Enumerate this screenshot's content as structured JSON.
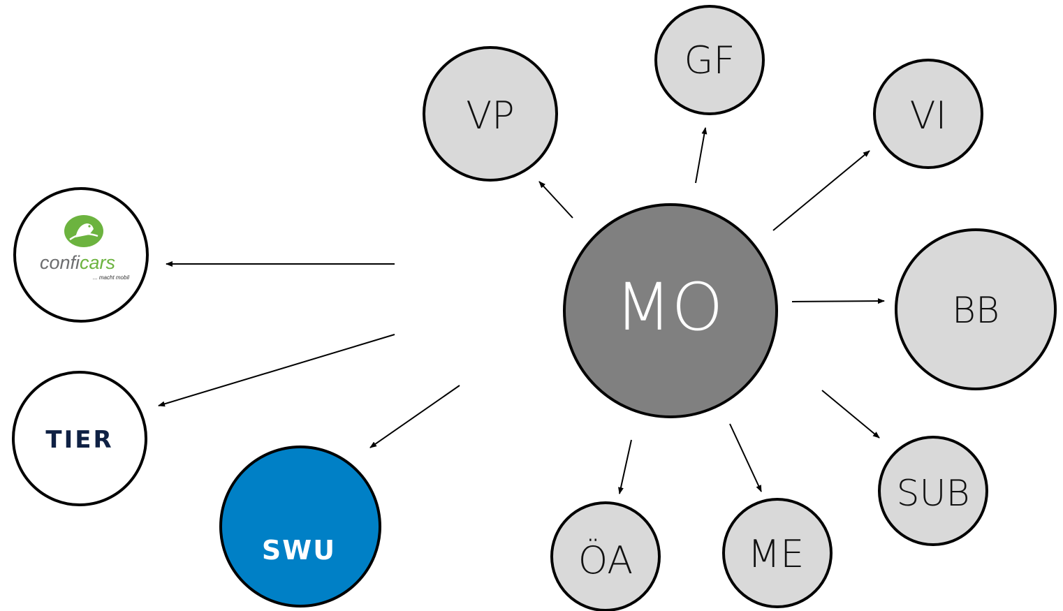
{
  "diagram": {
    "center": {
      "label": "MO",
      "fill": "#808080"
    },
    "nodes": {
      "gf": {
        "label": "GF"
      },
      "vp": {
        "label": "VP"
      },
      "vi": {
        "label": "VI"
      },
      "bb": {
        "label": "BB"
      },
      "sub": {
        "label": "SUB"
      },
      "me": {
        "label": "ME"
      },
      "oa": {
        "label": "ÖA"
      }
    },
    "node_fill": "#d9d9d9",
    "logos": {
      "conficars": {
        "brand_light": "confi",
        "brand_accent": "cars",
        "tagline": "... macht mobil",
        "accent_color": "#6cb33f"
      },
      "tier": {
        "text": "TIER",
        "color": "#0f2144"
      },
      "swu": {
        "text": "SWU",
        "fill": "#0080c6"
      }
    }
  }
}
